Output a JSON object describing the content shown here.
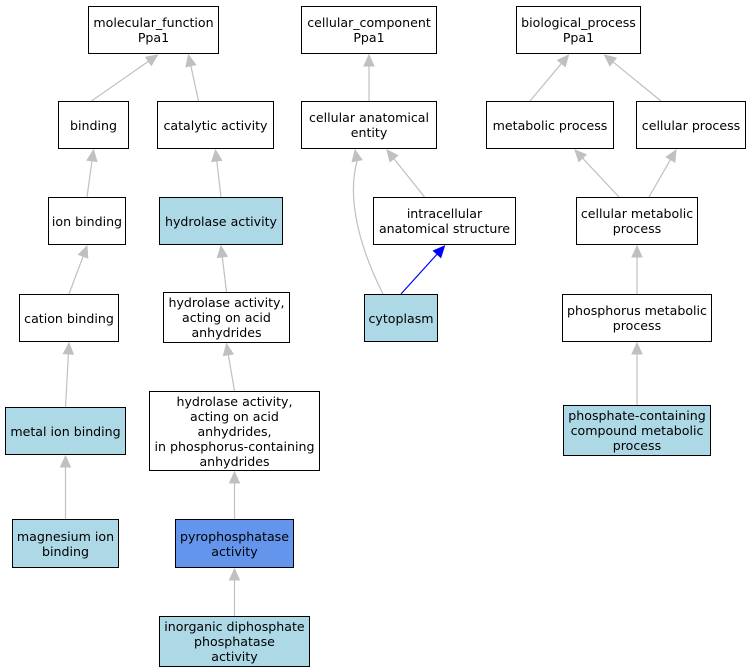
{
  "colors": {
    "default_fill": "#ffffff",
    "highlight_fill": "#add8e6",
    "focus_fill": "#6495ed",
    "edge_gray": "#c0c0c0",
    "edge_blue": "#0000ff"
  },
  "nodes": {
    "mf_root": {
      "label": "molecular_function\nPpa1",
      "fill": "#ffffff"
    },
    "cc_root": {
      "label": "cellular_component\nPpa1",
      "fill": "#ffffff"
    },
    "bp_root": {
      "label": "biological_process\nPpa1",
      "fill": "#ffffff"
    },
    "binding": {
      "label": "binding",
      "fill": "#ffffff"
    },
    "catalytic": {
      "label": "catalytic activity",
      "fill": "#ffffff"
    },
    "cae": {
      "label": "cellular anatomical\nentity",
      "fill": "#ffffff"
    },
    "metabolic": {
      "label": "metabolic process",
      "fill": "#ffffff"
    },
    "cellular_proc": {
      "label": "cellular process",
      "fill": "#ffffff"
    },
    "ion_binding": {
      "label": "ion binding",
      "fill": "#ffffff"
    },
    "hydrolase": {
      "label": "hydrolase activity",
      "fill": "#add8e6"
    },
    "ias": {
      "label": "intracellular\nanatomical structure",
      "fill": "#ffffff"
    },
    "cmp": {
      "label": "cellular metabolic\nprocess",
      "fill": "#ffffff"
    },
    "cation": {
      "label": "cation binding",
      "fill": "#ffffff"
    },
    "hydro_anhyd": {
      "label": "hydrolase activity,\nacting on acid\nanhydrides",
      "fill": "#ffffff"
    },
    "cytoplasm": {
      "label": "cytoplasm",
      "fill": "#add8e6"
    },
    "pmp": {
      "label": "phosphorus metabolic\nprocess",
      "fill": "#ffffff"
    },
    "hydro_p": {
      "label": "hydrolase activity,\nacting on acid\nanhydrides,\nin phosphorus-containing\nanhydrides",
      "fill": "#ffffff"
    },
    "metal_ion": {
      "label": "metal ion binding",
      "fill": "#add8e6"
    },
    "pccmp": {
      "label": "phosphate-containing\ncompound metabolic\nprocess",
      "fill": "#add8e6"
    },
    "magnesium": {
      "label": "magnesium ion\nbinding",
      "fill": "#add8e6"
    },
    "pyro": {
      "label": "pyrophosphatase\nactivity",
      "fill": "#6495ed"
    },
    "inorganic": {
      "label": "inorganic diphosphate\nphosphatase\nactivity",
      "fill": "#add8e6"
    }
  },
  "edges": [
    {
      "from": "binding",
      "to": "mf_root",
      "color": "gray"
    },
    {
      "from": "catalytic",
      "to": "mf_root",
      "color": "gray"
    },
    {
      "from": "ion_binding",
      "to": "binding",
      "color": "gray"
    },
    {
      "from": "hydrolase",
      "to": "catalytic",
      "color": "gray"
    },
    {
      "from": "cation",
      "to": "ion_binding",
      "color": "gray"
    },
    {
      "from": "hydro_anhyd",
      "to": "hydrolase",
      "color": "gray"
    },
    {
      "from": "metal_ion",
      "to": "cation",
      "color": "gray"
    },
    {
      "from": "hydro_p",
      "to": "hydro_anhyd",
      "color": "gray"
    },
    {
      "from": "magnesium",
      "to": "metal_ion",
      "color": "gray"
    },
    {
      "from": "pyro",
      "to": "hydro_p",
      "color": "gray"
    },
    {
      "from": "inorganic",
      "to": "pyro",
      "color": "gray"
    },
    {
      "from": "cae",
      "to": "cc_root",
      "color": "gray"
    },
    {
      "from": "ias",
      "to": "cae",
      "color": "gray"
    },
    {
      "from": "cytoplasm",
      "to": "cae",
      "color": "gray"
    },
    {
      "from": "cytoplasm",
      "to": "ias",
      "color": "blue"
    },
    {
      "from": "metabolic",
      "to": "bp_root",
      "color": "gray"
    },
    {
      "from": "cellular_proc",
      "to": "bp_root",
      "color": "gray"
    },
    {
      "from": "cmp",
      "to": "metabolic",
      "color": "gray"
    },
    {
      "from": "cmp",
      "to": "cellular_proc",
      "color": "gray"
    },
    {
      "from": "pmp",
      "to": "cmp",
      "color": "gray"
    },
    {
      "from": "pccmp",
      "to": "pmp",
      "color": "gray"
    }
  ]
}
